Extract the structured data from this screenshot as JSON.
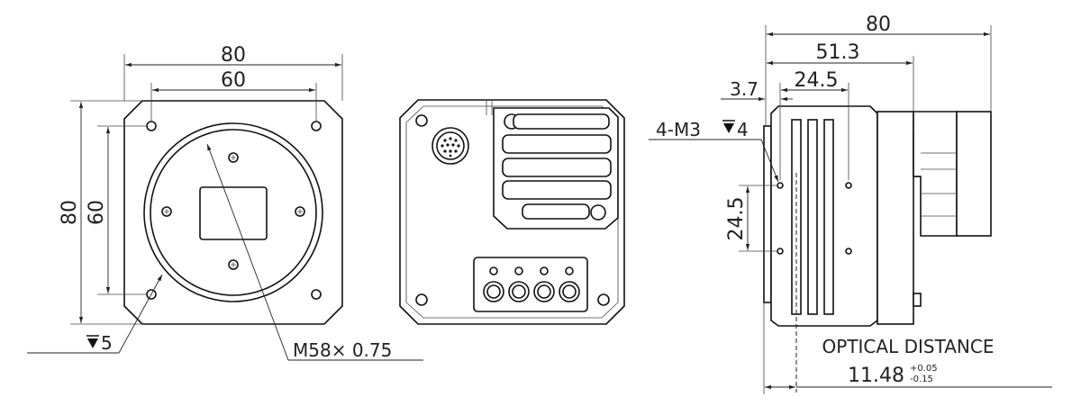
{
  "front_view": {
    "width_outer": "80",
    "width_holes": "60",
    "height_outer": "80",
    "height_holes": "60",
    "hole_depth": "5",
    "mount_thread": "M58× 0.75"
  },
  "side_view": {
    "length_total": "80",
    "length_body": "51.3",
    "hole_offset": "24.5",
    "flange_offset": "3.7",
    "hole_spacing_v": "24.5",
    "thread_spec": "4-M3",
    "thread_depth": "4",
    "optical_distance_label": "OPTICAL DISTANCE",
    "optical_distance_value": "11.48",
    "tol_plus": "+0.05",
    "tol_minus": "-0.15"
  },
  "colors": {
    "line": "#222222",
    "background": "#ffffff"
  }
}
